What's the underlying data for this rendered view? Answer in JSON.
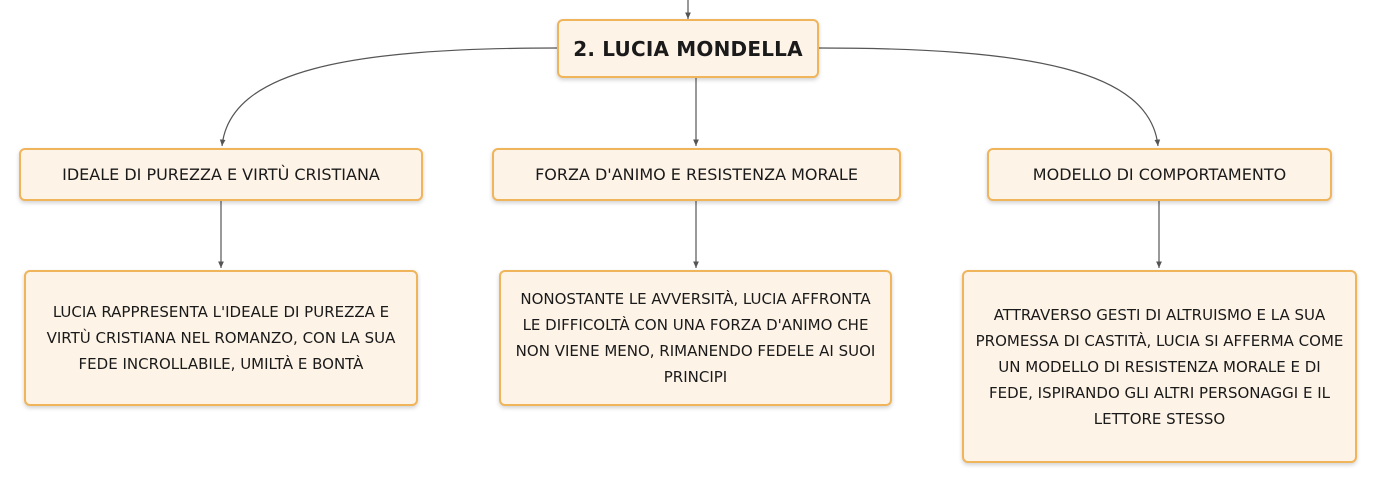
{
  "root": {
    "title": "2. LUCIA MONDELLA"
  },
  "branches": [
    {
      "label": "IDEALE DI PUREZZA E VIRTÙ CRISTIANA",
      "detail": "LUCIA RAPPRESENTA L'IDEALE DI PUREZZA E VIRTÙ CRISTIANA NEL ROMANZO, CON LA SUA FEDE INCROLLABILE, UMILTÀ E BONTÀ"
    },
    {
      "label": "FORZA D'ANIMO E RESISTENZA MORALE",
      "detail": "NONOSTANTE LE AVVERSITÀ, LUCIA AFFRONTA LE DIFFICOLTÀ CON UNA FORZA D'ANIMO CHE NON VIENE MENO, RIMANENDO FEDELE AI SUOI PRINCIPI"
    },
    {
      "label": "MODELLO DI COMPORTAMENTO",
      "detail": "ATTRAVERSO GESTI DI ALTRUISMO E LA SUA PROMESSA DI CASTITÀ, LUCIA SI AFFERMA COME UN MODELLO DI RESISTENZA MORALE E DI FEDE, ISPIRANDO GLI ALTRI PERSONAGGI E IL LETTORE STESSO"
    }
  ],
  "colors": {
    "node_fill": "#fdf3e7",
    "node_border": "#f0b45a",
    "connector": "#555555"
  }
}
